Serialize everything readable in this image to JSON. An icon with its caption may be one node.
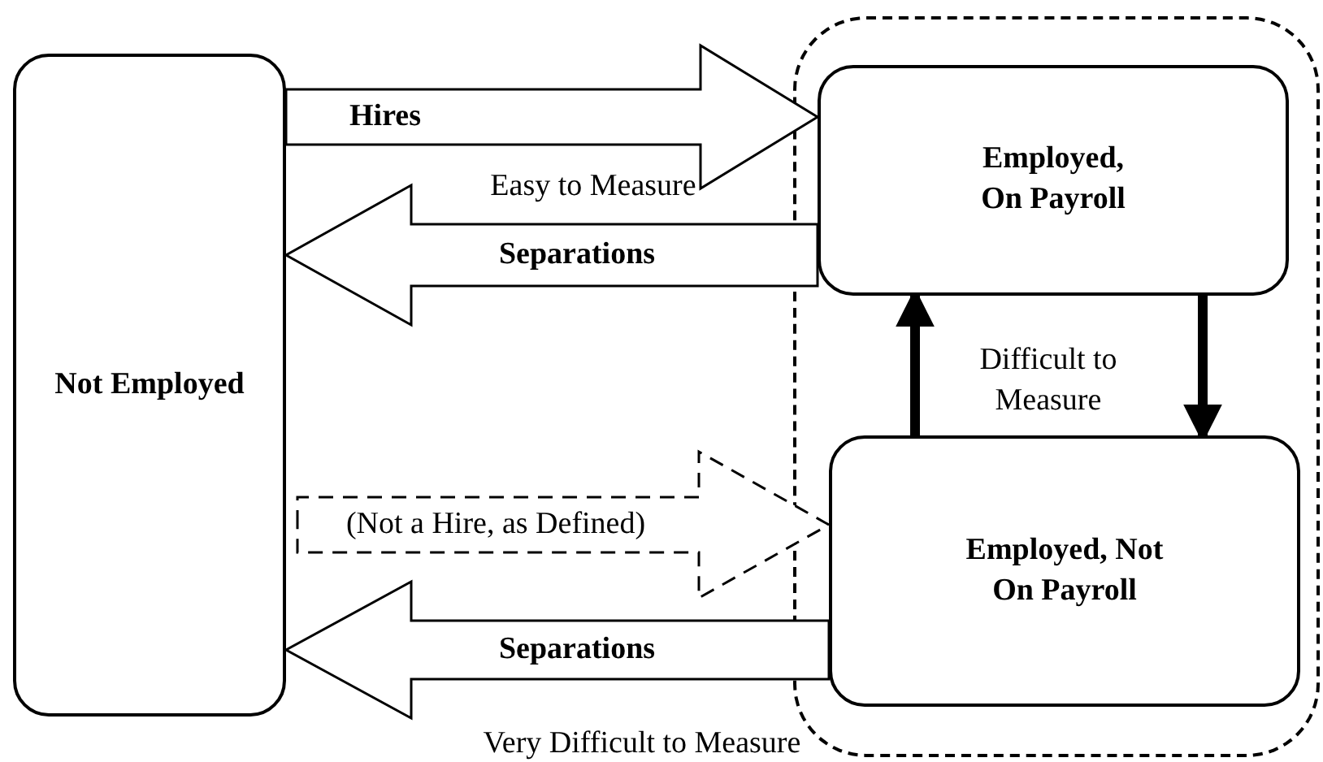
{
  "diagram": {
    "nodes": [
      {
        "text": [
          "Not Employed"
        ]
      },
      {
        "text": [],
        "shape": "box"
      },
      {
        "text": [
          "Employed, On Payroll"
        ],
        "in": 1
      },
      {
        "text": [
          "Employed, Not On Payroll"
        ],
        "in": 1
      }
    ],
    "edges": [
      {
        "from": 0,
        "to": 2,
        "arrow": "to",
        "label": "Hires"
      },
      {
        "from": 2,
        "to": 0,
        "arrow": "to",
        "label": "Separations"
      },
      {
        "from": 0,
        "to": 3,
        "arrow": "to",
        "label": "(Not a Hire, as Defined)",
        "style": "dashed"
      },
      {
        "from": 3,
        "to": 0,
        "arrow": "to",
        "label": "Separations"
      },
      {
        "from": 3,
        "to": 2,
        "arrow": "to"
      },
      {
        "from": 2,
        "to": 3,
        "arrow": "to"
      }
    ],
    "labels": [
      "Easy to Measure",
      "Difficult to Measure",
      "Very Difficult to Measure"
    ]
  }
}
